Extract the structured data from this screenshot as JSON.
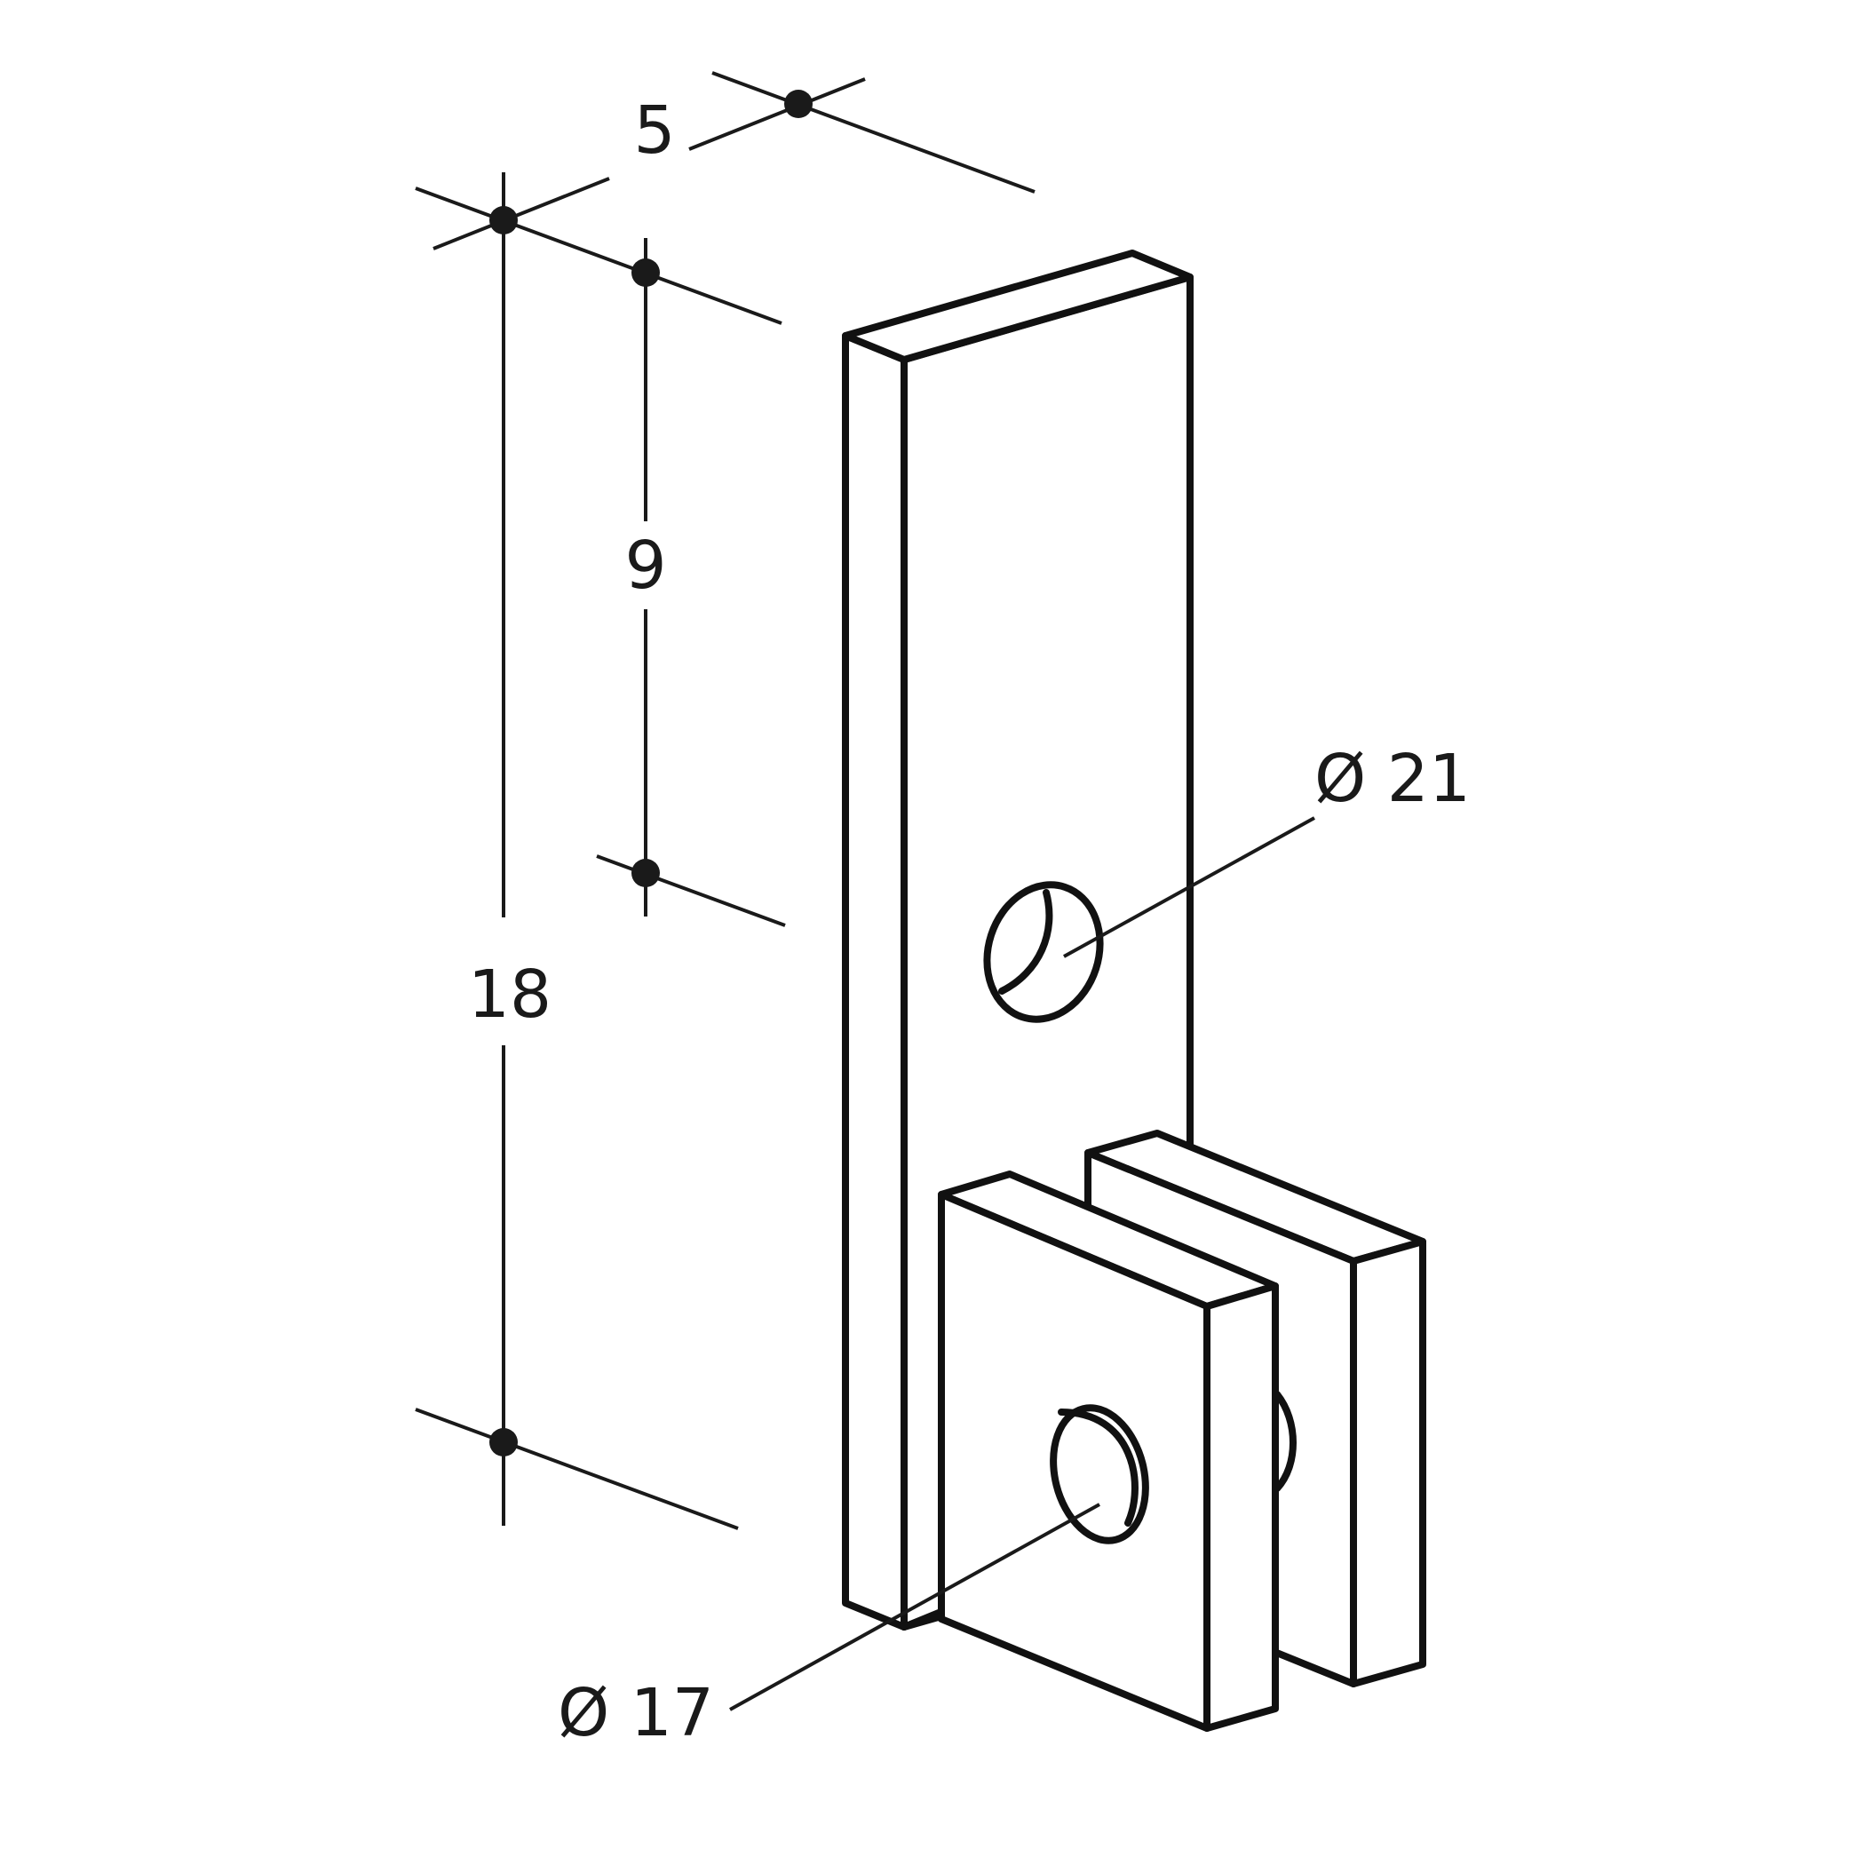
{
  "diagram": {
    "dimensions": {
      "depth": "5",
      "hole_spacing": "9",
      "height": "18",
      "hole_upper": "Ø 21",
      "hole_lower": "Ø 17"
    },
    "colors": {
      "stroke": "#111111",
      "background": "#ffffff"
    }
  }
}
